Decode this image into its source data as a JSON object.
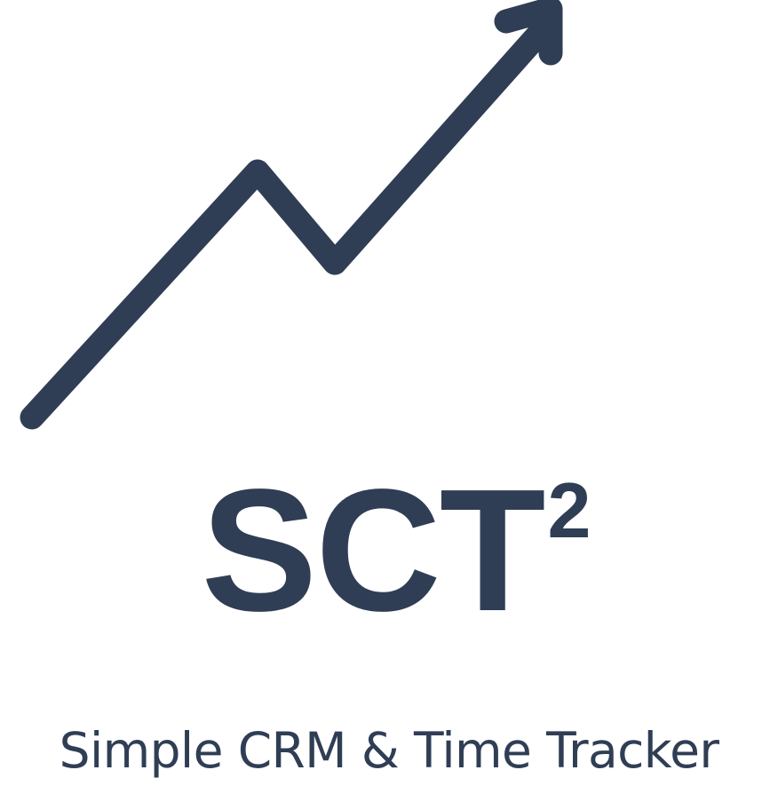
{
  "brand": {
    "icon": "trend-up-arrow-icon",
    "wordmark": "SCT",
    "wordmark_superscript": "2",
    "tagline": "Simple CRM & Time Tracker"
  },
  "colors": {
    "primary": "#2f3e55",
    "background": "#ffffff"
  }
}
